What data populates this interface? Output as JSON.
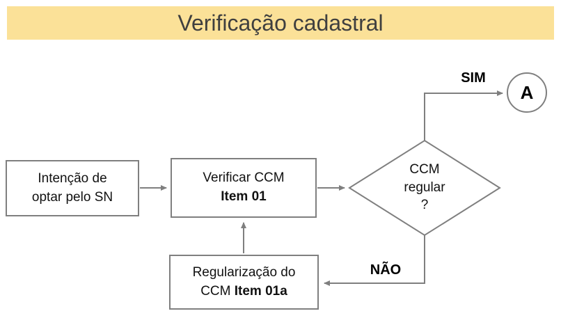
{
  "title": "Verificação cadastral",
  "colors": {
    "title_bg": "#FBE198",
    "title_text": "#3F3F3F",
    "shape_border": "#7F7F7F",
    "connector": "#7F7F7F",
    "node_fill": "#FFFFFF",
    "text": "#111111"
  },
  "nodes": {
    "start": {
      "line1": "Intenção de",
      "line2": "optar pelo SN"
    },
    "verify": {
      "line1": "Verificar CCM",
      "line2_bold": "Item 01"
    },
    "decision": {
      "line1": "CCM",
      "line2": "regular",
      "line3": "?"
    },
    "regularize": {
      "line1": "Regularização do",
      "line2_normal": "CCM",
      "line2_bold": "Item 01a"
    },
    "connector_a": {
      "label": "A"
    }
  },
  "edges": {
    "yes_label": "SIM",
    "no_label": "NÃO"
  }
}
